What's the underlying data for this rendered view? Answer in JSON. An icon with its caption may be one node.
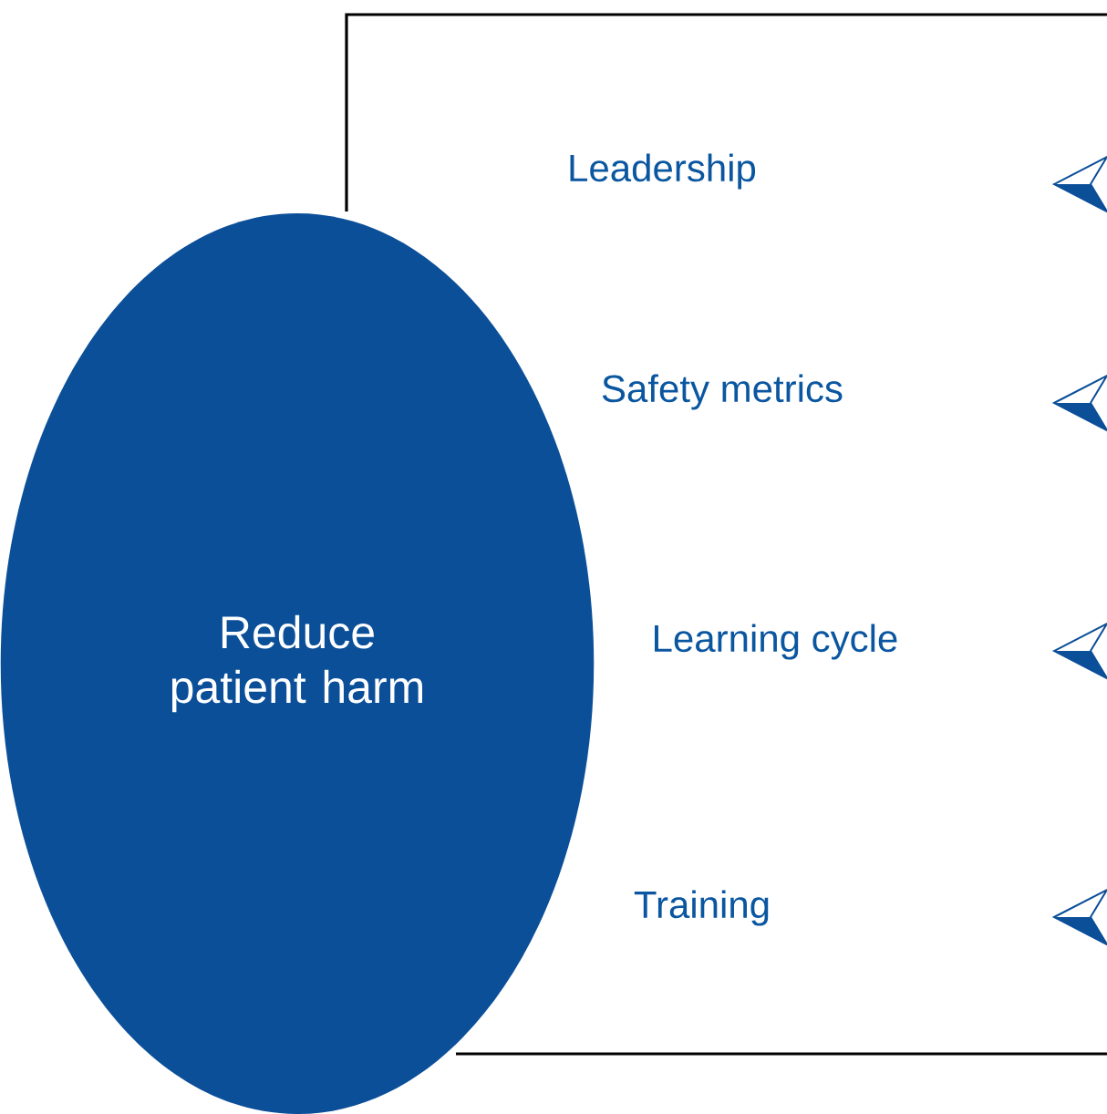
{
  "diagram": {
    "nodes": [
      {
        "text": [
          "Reduce patient harm"
        ]
      },
      {
        "text": [
          "Leadership"
        ]
      },
      {
        "text": [
          "Safety metrics"
        ]
      },
      {
        "text": [
          "Learning cycle"
        ]
      },
      {
        "text": [
          "Training"
        ]
      }
    ]
  }
}
